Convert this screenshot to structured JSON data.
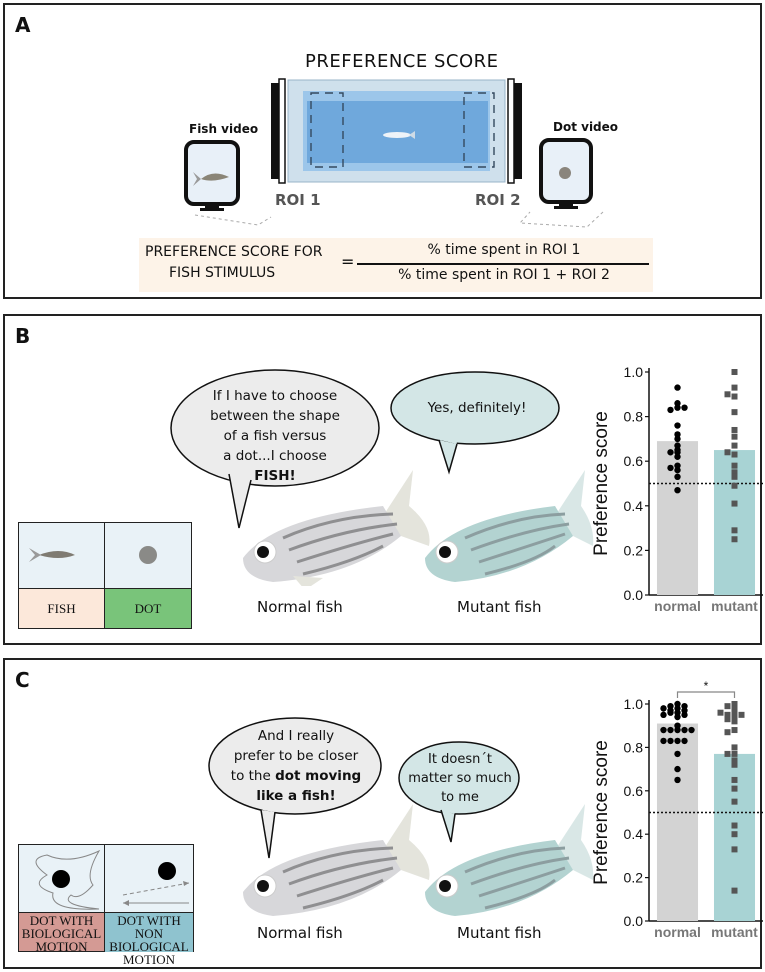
{
  "panelA": {
    "letter": "A",
    "title": "PREFERENCE SCORE",
    "left_monitor_label": "Fish video",
    "right_monitor_label": "Dot video",
    "roi1": "ROI 1",
    "roi2": "ROI 2",
    "formula": {
      "lhs_line1": "PREFERENCE SCORE FOR",
      "lhs_line2": "FISH STIMULUS",
      "equals": "=",
      "numerator": "% time spent in ROI 1",
      "denominator": "% time spent in ROI 1 + ROI 2"
    },
    "colors": {
      "tank_water": "#6fa8dc",
      "tank_frame": "#c9dcea",
      "formula_bg": "#fdf3e8"
    }
  },
  "panelB": {
    "letter": "B",
    "normal_bubble": [
      "If I have to choose",
      "between the shape",
      "of a fish versus",
      "a dot...I choose",
      "FISH!"
    ],
    "mutant_bubble": [
      "Yes, definitely!"
    ],
    "normal_caption": "Normal fish",
    "mutant_caption": "Mutant fish",
    "stimulus": {
      "left_label": "FISH",
      "right_label": "DOT",
      "left_color": "#fce8da",
      "right_color": "#79c47a"
    }
  },
  "panelC": {
    "letter": "C",
    "normal_bubble_lines": [
      "And I really",
      "prefer to be closer",
      "to the ",
      "like a fish!"
    ],
    "normal_bubble_bold": "dot moving",
    "mutant_bubble": [
      "It doesn´t",
      "matter so much",
      "to me"
    ],
    "normal_caption": "Normal fish",
    "mutant_caption": "Mutant fish",
    "stimulus": {
      "left_label": [
        "DOT WITH",
        "BIOLOGICAL",
        "MOTION"
      ],
      "right_label": [
        "DOT WITH NON",
        "BIOLOGICAL",
        "MOTION"
      ],
      "left_color": "#d49a94",
      "right_color": "#8fc3cf"
    }
  },
  "chart_data": [
    {
      "id": "B",
      "type": "bar",
      "title": "",
      "xlabel": "",
      "ylabel": "Preference score",
      "ylim": [
        0,
        1.0
      ],
      "yticks": [
        "0.0",
        "0.2",
        "0.4",
        "0.6",
        "0.8",
        "1.0"
      ],
      "ytick_values": [
        0,
        0.2,
        0.4,
        0.6,
        0.8,
        1.0
      ],
      "categories": [
        "normal",
        "mutant"
      ],
      "values": [
        0.69,
        0.65
      ],
      "bar_colors": [
        "#d3d3d3",
        "#a8d3d4"
      ],
      "reference_line": 0.5,
      "points": [
        [
          0.93,
          0.86,
          0.84,
          0.83,
          0.84,
          0.76,
          0.72,
          0.7,
          0.67,
          0.65,
          0.64,
          0.64,
          0.62,
          0.58,
          0.56,
          0.57,
          0.53,
          0.47
        ],
        [
          1.0,
          0.93,
          0.89,
          0.9,
          0.82,
          0.74,
          0.71,
          0.67,
          0.63,
          0.64,
          0.58,
          0.55,
          0.53,
          0.49,
          0.41,
          0.29,
          0.25
        ]
      ],
      "point_markers": [
        "circle",
        "square"
      ],
      "significance": null
    },
    {
      "id": "C",
      "type": "bar",
      "title": "",
      "xlabel": "",
      "ylabel": "Preference score",
      "ylim": [
        0,
        1.0
      ],
      "yticks": [
        "0.0",
        "0.2",
        "0.4",
        "0.6",
        "0.8",
        "1.0"
      ],
      "ytick_values": [
        0,
        0.2,
        0.4,
        0.6,
        0.8,
        1.0
      ],
      "categories": [
        "normal",
        "mutant"
      ],
      "values": [
        0.91,
        0.77
      ],
      "bar_colors": [
        "#d3d3d3",
        "#a8d3d4"
      ],
      "reference_line": 0.5,
      "points": [
        [
          1.0,
          0.99,
          0.99,
          0.98,
          0.97,
          0.96,
          0.96,
          0.95,
          0.95,
          0.94,
          0.97,
          0.98,
          0.9,
          0.88,
          0.88,
          0.88,
          0.88,
          0.88,
          0.83,
          0.83,
          0.83,
          0.83,
          0.77,
          0.7,
          0.65
        ],
        [
          1.0,
          0.99,
          0.98,
          0.96,
          0.95,
          0.95,
          0.94,
          0.93,
          0.92,
          0.96,
          0.88,
          0.87,
          0.8,
          0.77,
          0.77,
          0.74,
          0.72,
          0.65,
          0.61,
          0.55,
          0.44,
          0.4,
          0.33,
          0.14
        ]
      ],
      "point_markers": [
        "circle",
        "square"
      ],
      "significance": "*"
    }
  ]
}
